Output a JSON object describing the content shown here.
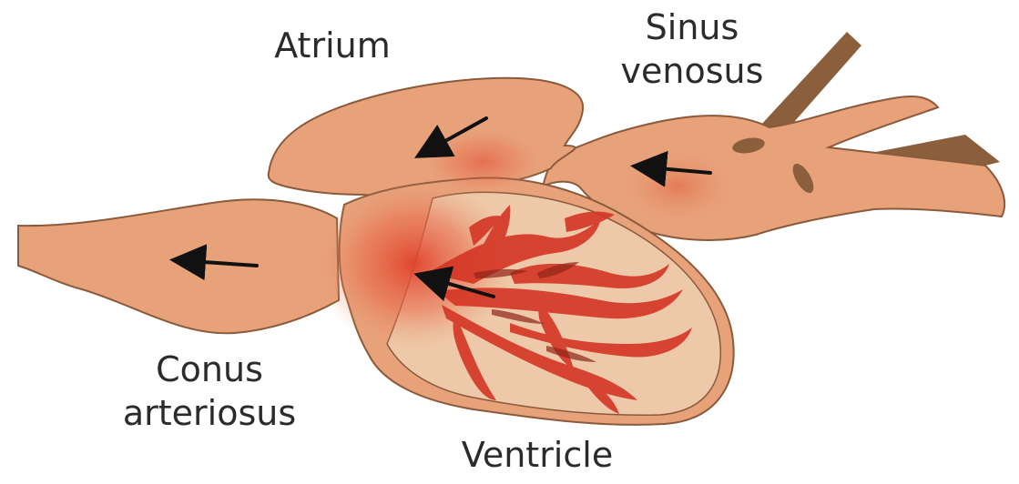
{
  "labels": {
    "atrium": "Atrium",
    "sinus_line1": "Sinus",
    "sinus_line2": "venosus",
    "conus_line1": "Conus",
    "conus_line2": "arteriosus",
    "ventricle": "Ventricle"
  },
  "colors": {
    "tissue": "#e8a27a",
    "tissue_outline": "#8a5a3c",
    "ventricle_inner": "#eec9a9",
    "blood_core": "#d93a2b",
    "trabeculae": "#d43524",
    "vessel_dark": "#8b5e3c",
    "arrow": "#111111"
  }
}
